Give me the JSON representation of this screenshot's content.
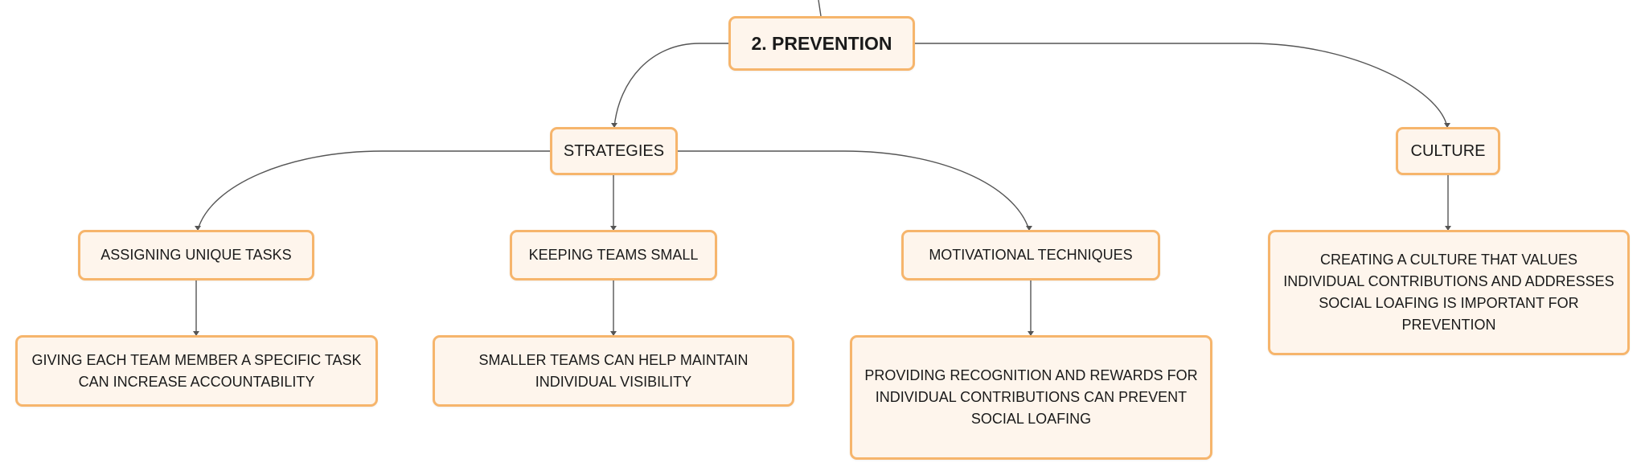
{
  "diagram": {
    "root": {
      "label": "2. PREVENTION"
    },
    "strategies": {
      "label": "STRATEGIES",
      "children": [
        {
          "label": "ASSIGNING UNIQUE TASKS",
          "detail": "GIVING EACH TEAM MEMBER A SPECIFIC TASK CAN INCREASE ACCOUNTABILITY"
        },
        {
          "label": "KEEPING TEAMS SMALL",
          "detail": "SMALLER TEAMS CAN HELP MAINTAIN INDIVIDUAL VISIBILITY"
        },
        {
          "label": "MOTIVATIONAL TECHNIQUES",
          "detail": "PROVIDING RECOGNITION AND REWARDS FOR INDIVIDUAL CONTRIBUTIONS CAN PREVENT SOCIAL LOAFING"
        }
      ]
    },
    "culture": {
      "label": "CULTURE",
      "detail": "CREATING A CULTURE THAT VALUES INDIVIDUAL CONTRIBUTIONS AND ADDRESSES SOCIAL LOAFING IS IMPORTANT FOR PREVENTION"
    }
  },
  "colors": {
    "node_fill": "#fef5ec",
    "node_border": "#f6b56c",
    "connector": "#555555",
    "text": "#1a1a1a"
  }
}
